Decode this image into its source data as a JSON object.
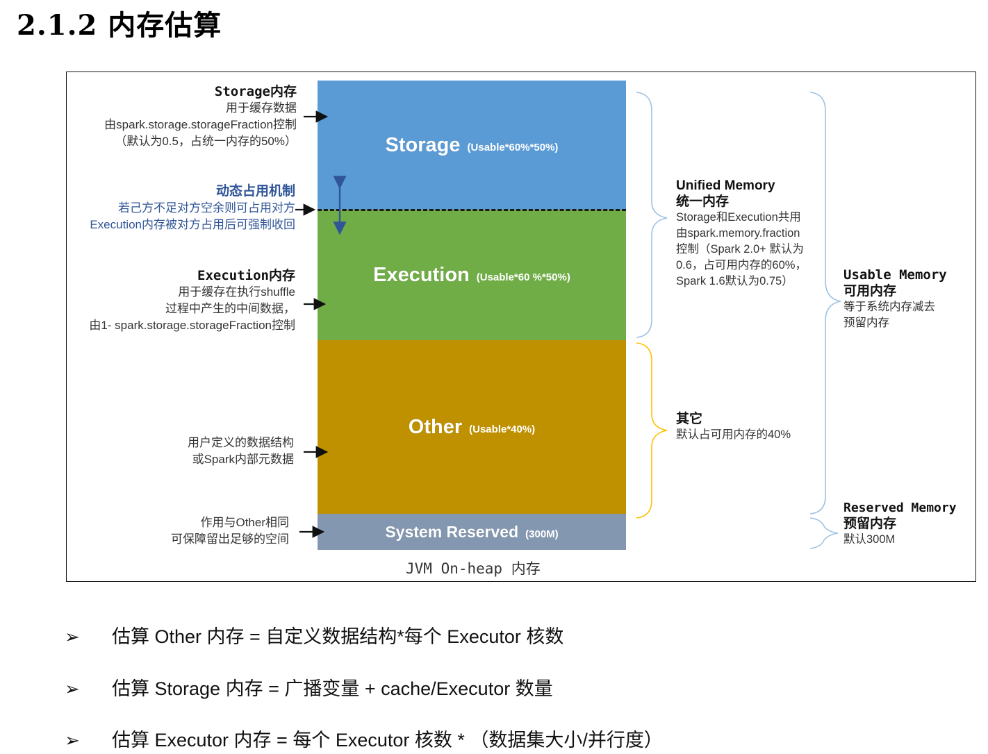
{
  "heading": "2.1.2 内存估算",
  "diagram": {
    "blocks": {
      "storage": {
        "name": "Storage",
        "formula": "(Usable*60%*50%)",
        "color": "#5b9bd5"
      },
      "execution": {
        "name": "Execution",
        "formula": "(Usable*60 %*50%)",
        "color": "#70ad47"
      },
      "other": {
        "name": "Other",
        "formula": "(Usable*40%)",
        "color": "#bf9000"
      },
      "system": {
        "name": "System Reserved",
        "formula": "(300M)",
        "color": "#8497b0"
      }
    },
    "left": {
      "storage": {
        "title": "Storage内存",
        "l1": "用于缓存数据",
        "l2": "由spark.storage.storageFraction控制",
        "l3": "（默认为0.5，占统一内存的50%）"
      },
      "dynamic": {
        "title": "动态占用机制",
        "l1": "若己方不足对方空余则可占用对方",
        "l2": "Execution内存被对方占用后可强制收回"
      },
      "execution": {
        "title": "Execution内存",
        "l1": "用于缓存在执行shuffle",
        "l2": "过程中产生的中间数据，",
        "l3": "由1- spark.storage.storageFraction控制"
      },
      "other": {
        "l1": "用户定义的数据结构",
        "l2": "或Spark内部元数据"
      },
      "system": {
        "l1": "作用与Other相同",
        "l2": "可保障留出足够的空间"
      }
    },
    "right": {
      "unified": {
        "t1": "Unified Memory",
        "t2": "统一内存",
        "l1": "Storage和Execution共用",
        "l2": "由spark.memory.fraction",
        "l3": "控制（Spark 2.0+ 默认为",
        "l4": "0.6，占可用内存的60%，",
        "l5": "Spark 1.6默认为0.75）"
      },
      "other": {
        "t1": "其它",
        "l1": "默认占可用内存的40%"
      },
      "usable": {
        "t1": "Usable Memory",
        "t2": "可用内存",
        "l1": "等于系统内存减去",
        "l2": "预留内存"
      },
      "reserved": {
        "t1": "Reserved Memory",
        "t2": "预留内存",
        "l1": "默认300M"
      }
    },
    "caption": "JVM On-heap 内存"
  },
  "bullets": [
    {
      "marker": "➢",
      "text": "估算 Other 内存 = 自定义数据结构*每个 Executor 核数"
    },
    {
      "marker": "➢",
      "text": "估算 Storage 内存 = 广播变量 + cache/Executor 数量"
    },
    {
      "marker": "➢",
      "text": "估算 Executor 内存 = 每个 Executor 核数 * （数据集大小/并行度）"
    }
  ]
}
